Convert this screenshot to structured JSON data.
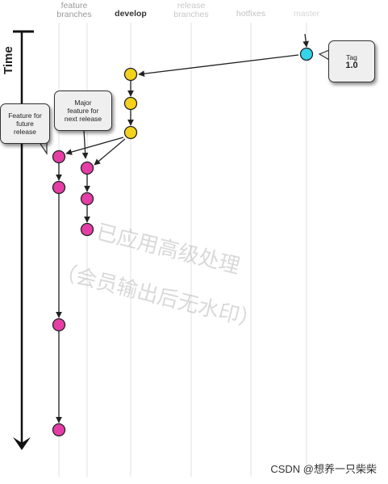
{
  "headers": {
    "feature": "feature\nbranches",
    "develop": "develop",
    "release": "release\nbranches",
    "hotfixes": "hotfixes",
    "master": "master"
  },
  "time_label": "Time",
  "callouts": {
    "future": "Feature for\nfuture\nrelease",
    "major": "Major\nfeature for\nnext release",
    "tag_label": "Tag",
    "tag_value": "1.0"
  },
  "watermark": {
    "line1": "已应用高级处理",
    "line2": "（会员输出后无水印）"
  },
  "footer": "CSDN @想养一只柴柴",
  "colors": {
    "develop_commit": "#f2d21f",
    "feature_commit": "#e43ea6",
    "master_commit": "#35d4e6",
    "lane_line": "#ececec",
    "stroke": "#333333"
  }
}
